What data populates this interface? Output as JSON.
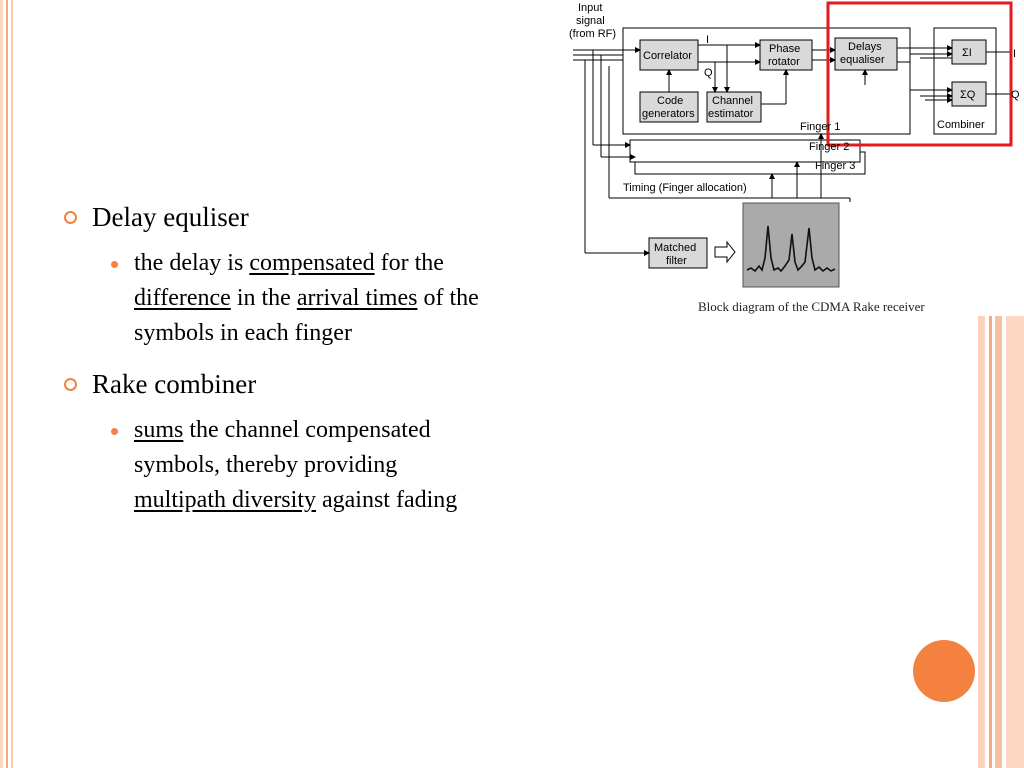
{
  "colors": {
    "accent": "#f58140",
    "rule_light": "#f8c9b0",
    "rule_mid": "#f4a985",
    "highlight_box": "#e31b1b",
    "block_fill": "#d9d9d9"
  },
  "bullets": [
    {
      "heading": "Delay equliser",
      "sub": {
        "t1": "the delay is ",
        "u1": "compensated",
        "t2": " for the",
        "u2": "difference",
        "t3": " in the ",
        "u3": "arrival times",
        "t4": " of the",
        "t5": "symbols in each finger"
      }
    },
    {
      "heading": "Rake combiner",
      "sub": {
        "u1": "sums",
        "t1": " the channel compensated",
        "t2": "symbols, thereby providing",
        "u2": "multipath diversity",
        "t3": " against fading"
      }
    }
  ],
  "diagram": {
    "input_line1": "Input",
    "input_line2": "signal",
    "input_line3": "(from RF)",
    "correlator": "Correlator",
    "code_gen_1": "Code",
    "code_gen_2": "generators",
    "chan_est_1": "Channel",
    "chan_est_2": "estimator",
    "phase_rot_1": "Phase",
    "phase_rot_2": "rotator",
    "delays_eq_1": "Delays",
    "delays_eq_2": "equaliser",
    "sum_i": "ΣI",
    "sum_q": "ΣQ",
    "combiner": "Combiner",
    "finger1": "Finger 1",
    "finger2": "Finger 2",
    "finger3": "Finger 3",
    "timing": "Timing (Finger allocation)",
    "matched_1": "Matched",
    "matched_2": "filter",
    "label_i": "I",
    "label_q": "Q",
    "out_i": "I",
    "out_q": "Q"
  },
  "caption": "Block diagram of the CDMA Rake receiver"
}
